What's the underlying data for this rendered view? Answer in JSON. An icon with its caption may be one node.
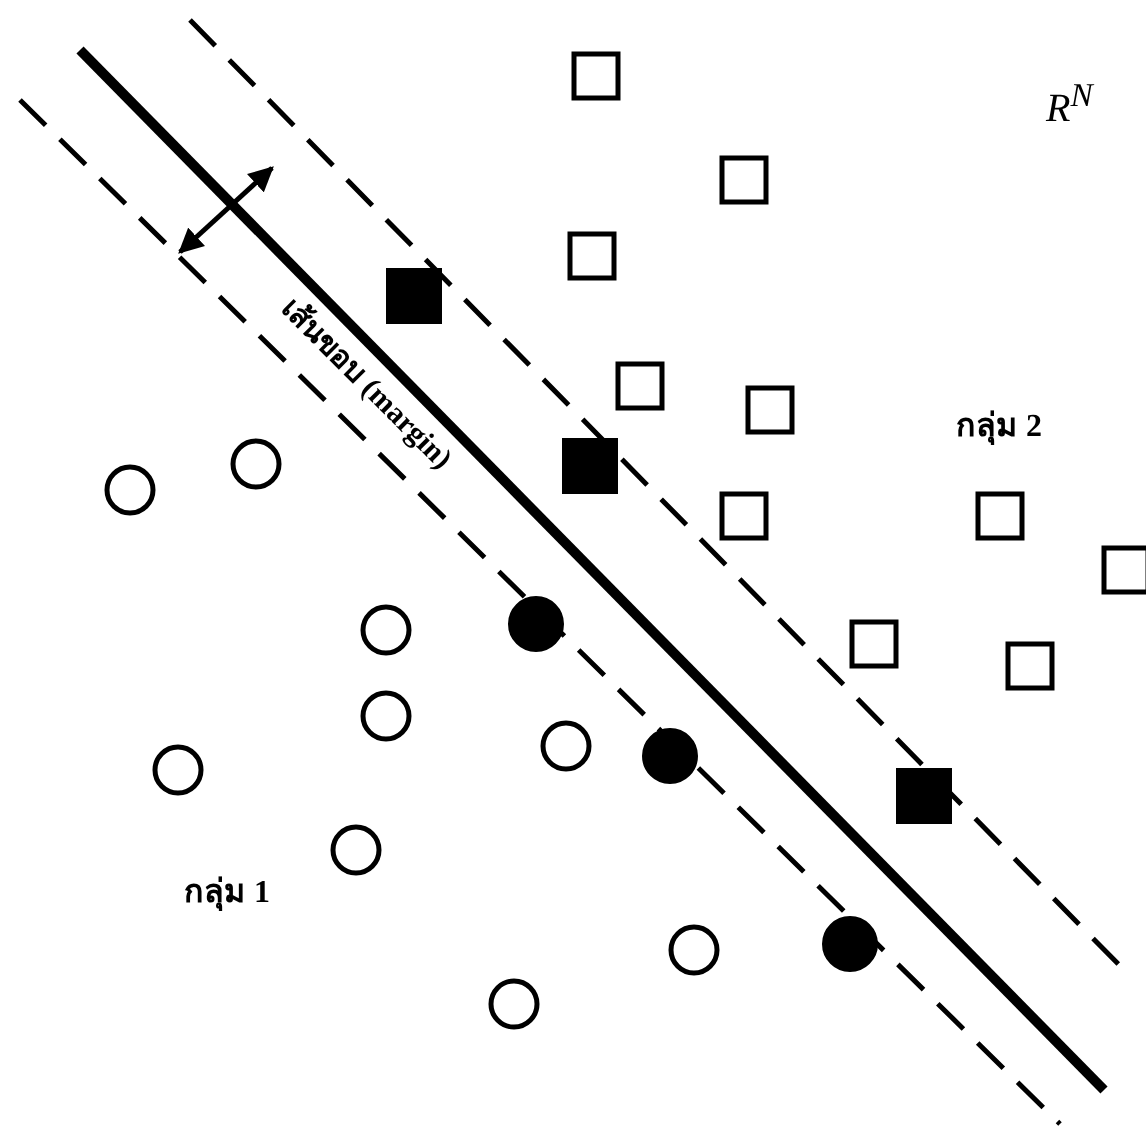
{
  "diagram": {
    "labels": [
      "R$^{N}$",
      "กลุ่ม 2",
      "กลุ่ม 1",
      "เส้นขอบ (margin)"
    ]
  }
}
